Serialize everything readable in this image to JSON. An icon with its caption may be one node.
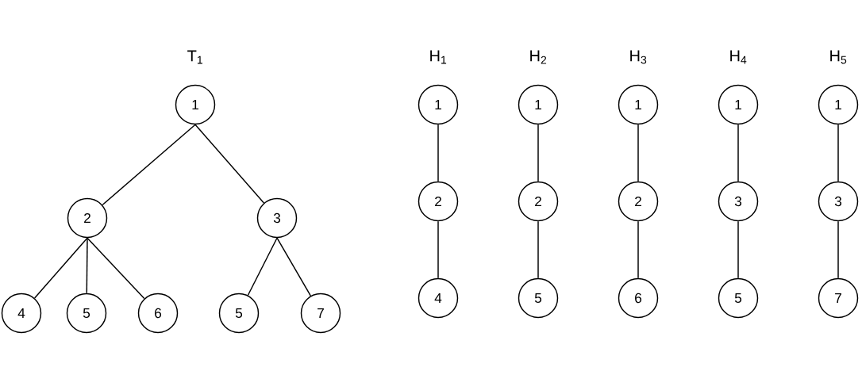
{
  "diagram": {
    "nodes": [
      {
        "text": [
          "1"
        ]
      },
      {
        "text": [
          "2"
        ]
      },
      {
        "text": [
          "3"
        ]
      },
      {
        "text": [
          "4"
        ]
      },
      {
        "text": [
          "5"
        ]
      },
      {
        "text": [
          "6"
        ]
      },
      {
        "text": [
          "5"
        ]
      },
      {
        "text": [
          "7"
        ]
      },
      {
        "text": [
          "1"
        ]
      },
      {
        "text": [
          "2"
        ]
      },
      {
        "text": [
          "4"
        ]
      },
      {
        "text": [
          "1"
        ]
      },
      {
        "text": [
          "2"
        ]
      },
      {
        "text": [
          "5"
        ]
      },
      {
        "text": [
          "1"
        ]
      },
      {
        "text": [
          "2"
        ]
      },
      {
        "text": [
          "6"
        ]
      },
      {
        "text": [
          "1"
        ]
      },
      {
        "text": [
          "3"
        ]
      },
      {
        "text": [
          "5"
        ]
      },
      {
        "text": [
          "1"
        ]
      },
      {
        "text": [
          "3"
        ]
      },
      {
        "text": [
          "7"
        ]
      }
    ],
    "edges": [
      {
        "from": 0,
        "to": 1,
        "arrow": "none"
      },
      {
        "from": 0,
        "to": 2,
        "arrow": "none"
      },
      {
        "from": 1,
        "to": 3,
        "arrow": "none"
      },
      {
        "from": 1,
        "to": 4,
        "arrow": "none"
      },
      {
        "from": 1,
        "to": 5,
        "arrow": "none"
      },
      {
        "from": 2,
        "to": 6,
        "arrow": "none"
      },
      {
        "from": 2,
        "to": 7,
        "arrow": "none"
      },
      {
        "from": 8,
        "to": 9,
        "arrow": "none"
      },
      {
        "from": 9,
        "to": 10,
        "arrow": "none"
      },
      {
        "from": 11,
        "to": 12,
        "arrow": "none"
      },
      {
        "from": 12,
        "to": 13,
        "arrow": "none"
      },
      {
        "from": 14,
        "to": 15,
        "arrow": "none"
      },
      {
        "from": 15,
        "to": 16,
        "arrow": "none"
      },
      {
        "from": 17,
        "to": 18,
        "arrow": "none"
      },
      {
        "from": 18,
        "to": 19,
        "arrow": "none"
      },
      {
        "from": 20,
        "to": 21,
        "arrow": "none"
      },
      {
        "from": 21,
        "to": 22,
        "arrow": "none"
      }
    ],
    "labels": [
      "T$_{1}$",
      "H$_{1}$",
      "H$_{2}$",
      "H$_{3}$",
      "H$_{4}$",
      "H$_{5}$"
    ]
  }
}
